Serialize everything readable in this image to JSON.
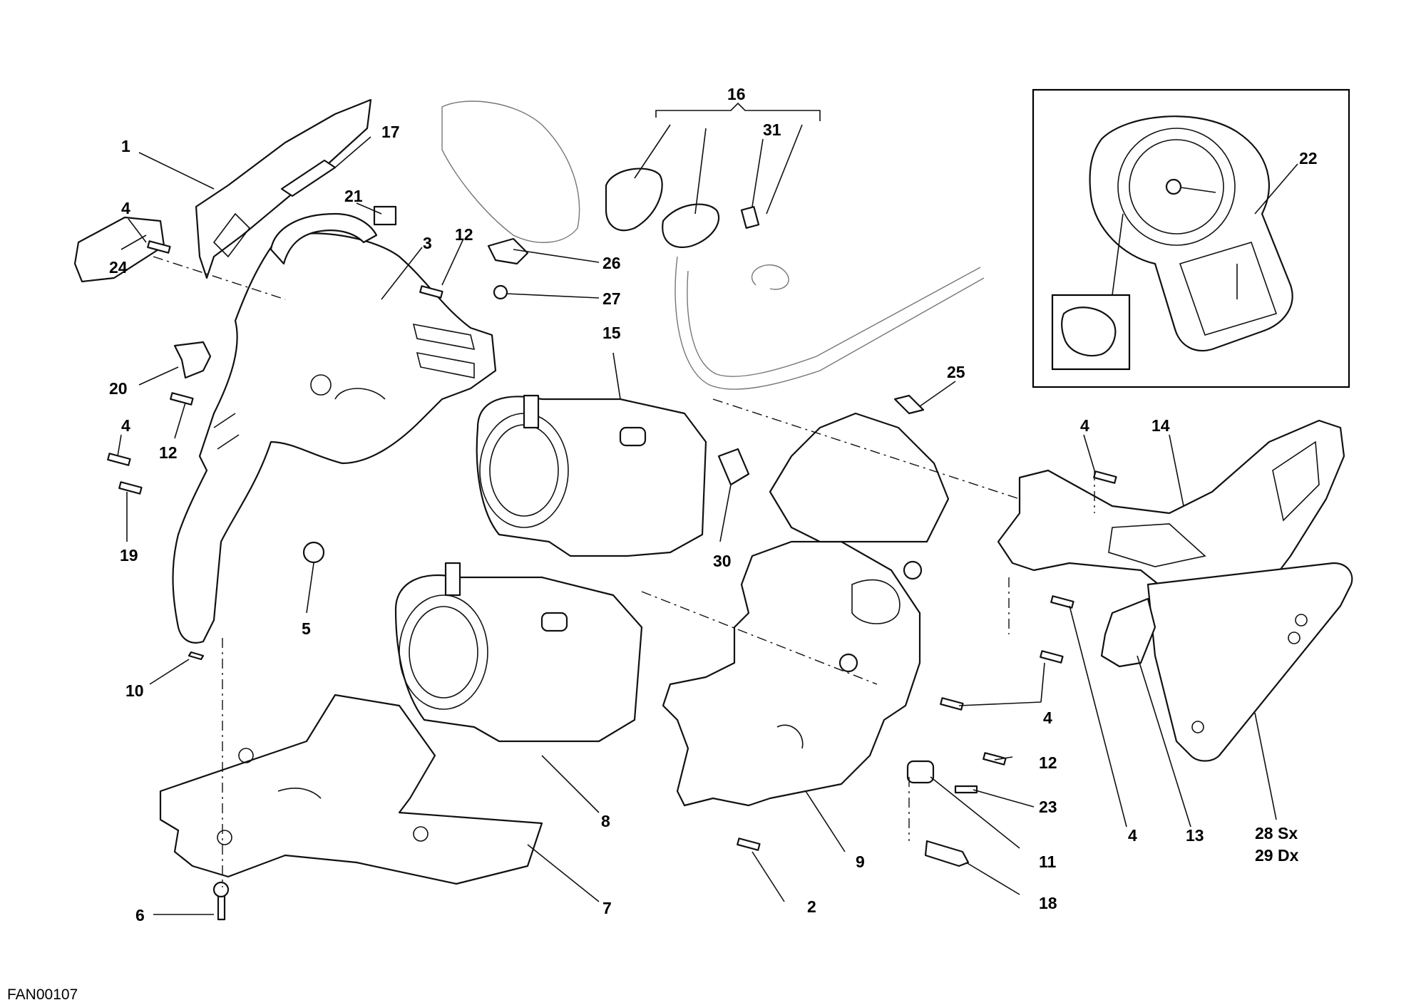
{
  "diagram_code": "FAN00107",
  "callouts": {
    "c1": "1",
    "c2": "2",
    "c3": "3",
    "c4a": "4",
    "c4b": "4",
    "c4c": "4",
    "c4d": "4",
    "c4e": "4",
    "c5": "5",
    "c6": "6",
    "c7": "7",
    "c8": "8",
    "c9": "9",
    "c10": "10",
    "c11": "11",
    "c12a": "12",
    "c12b": "12",
    "c12c": "12",
    "c13": "13",
    "c14": "14",
    "c15": "15",
    "c16": "16",
    "c17": "17",
    "c18": "18",
    "c19": "19",
    "c20": "20",
    "c21": "21",
    "c22": "22",
    "c23": "23",
    "c24": "24",
    "c25": "25",
    "c26": "26",
    "c27": "27",
    "c28": "28 Sx",
    "c29": "29 Dx",
    "c30": "30",
    "c31": "31"
  }
}
